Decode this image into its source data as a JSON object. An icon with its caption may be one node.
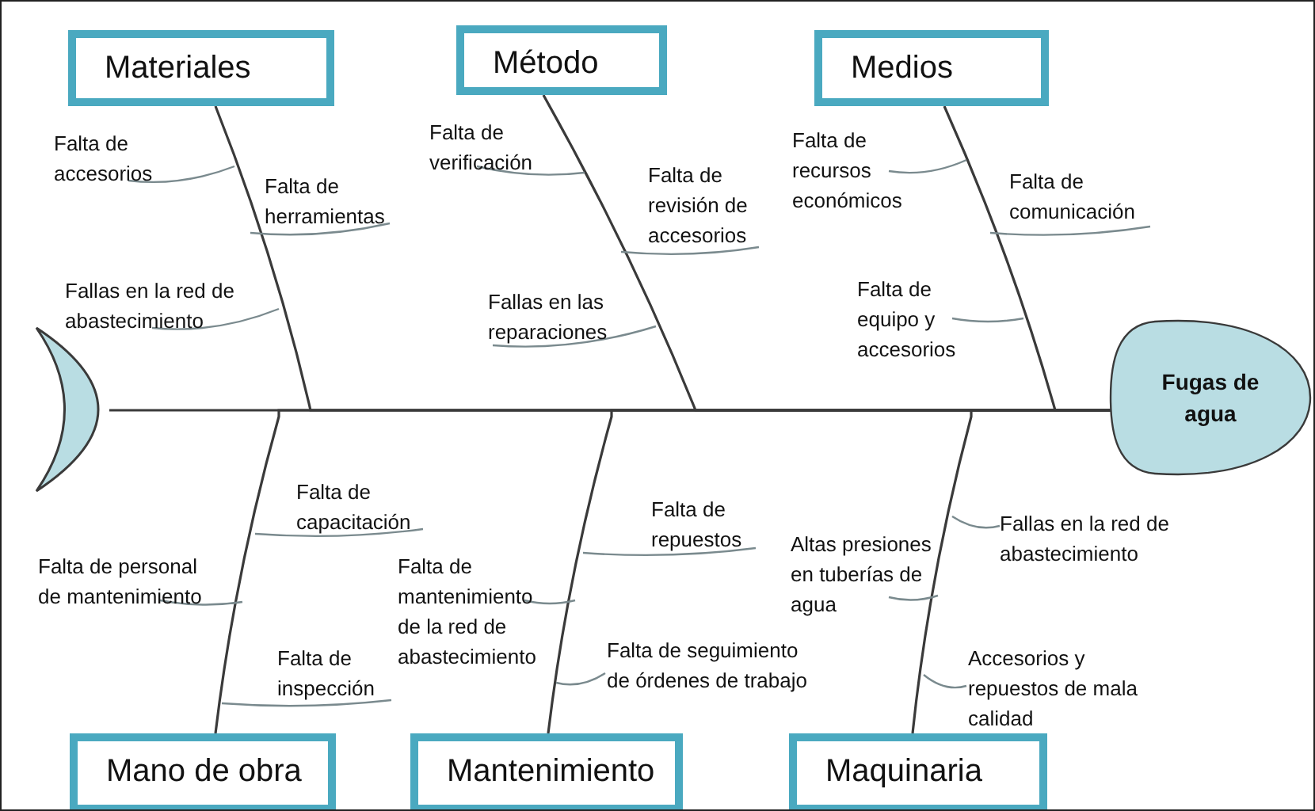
{
  "diagram": {
    "nodes": [
      {
        "text": [
          "Materiales"
        ]
      },
      {
        "text": [
          "Método"
        ]
      },
      {
        "text": [
          "Medios"
        ]
      },
      {
        "text": [],
        "shape": "crescent"
      },
      {
        "text": [
          "Fugas de agua"
        ]
      },
      {
        "text": [
          "Mano de obra"
        ]
      },
      {
        "text": [
          "Mantenimiento"
        ]
      },
      {
        "text": [
          "Maquinaria"
        ]
      }
    ],
    "edges": [
      {
        "from": 3,
        "to": 4,
        "arrow": "none"
      },
      {
        "from": 0,
        "to": 4,
        "arrow": "none"
      },
      {
        "from": 1,
        "to": 4,
        "arrow": "none"
      },
      {
        "from": 2,
        "to": 4,
        "arrow": "none"
      },
      {
        "from": 5,
        "to": 4,
        "arrow": "none"
      },
      {
        "from": 6,
        "to": 4,
        "arrow": "none"
      },
      {
        "from": 7,
        "to": 4,
        "arrow": "none"
      }
    ],
    "labels": [
      "Falta de accesorios",
      "Falta de herramientas",
      "Fallas en la red de abastecimiento",
      "Falta de verificación",
      "Falta de revisión de accesorios",
      "Fallas en las reparaciones",
      "Falta de recursos económicos",
      "Falta de comunicación",
      "Falta de equipo y accesorios",
      "Falta de capacitación",
      "Falta de personal de mantenimiento",
      "Falta de inspección",
      "Falta de repuestos",
      "Falta de mantenimiento de la red de abastecimiento",
      "Falta de seguimiento de órdenes de trabajo",
      "Altas presiones en tuberías de agua",
      "Fallas en la red de abastecimiento",
      "Accesorios y repuestos de mala calidad"
    ]
  }
}
